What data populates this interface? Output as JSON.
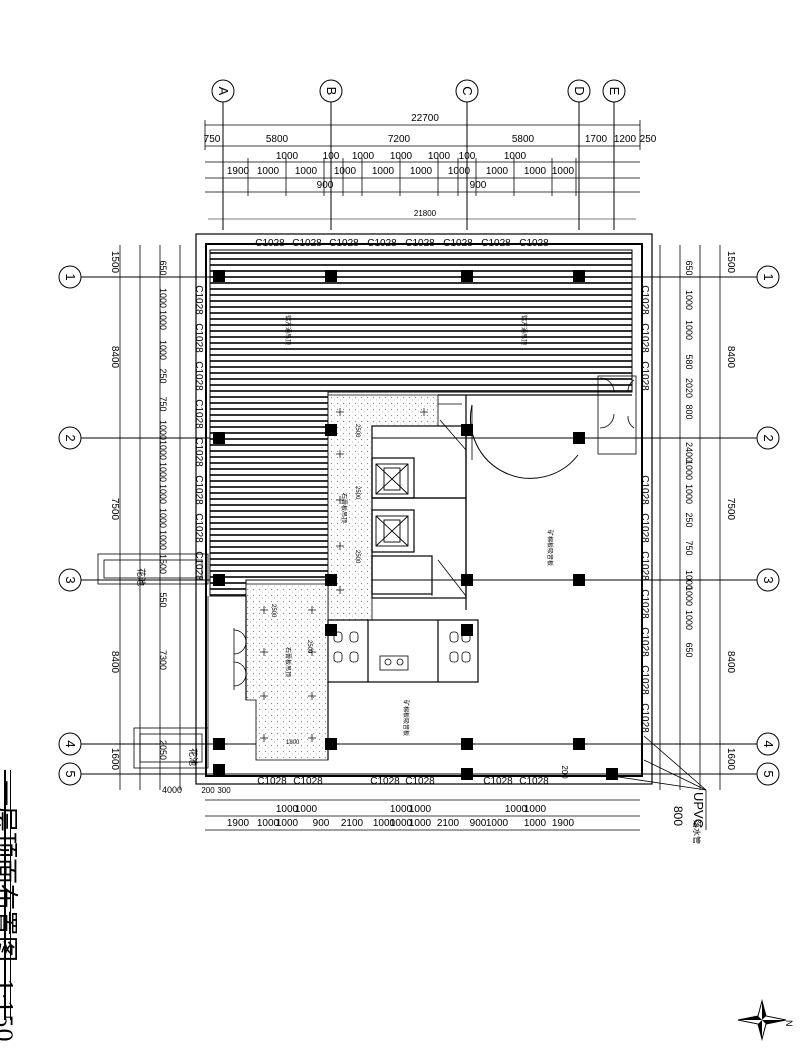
{
  "drawing": {
    "title": "一层顶面布置图",
    "scale": "1:150",
    "north_label": "N"
  },
  "grid_axes": {
    "letters": [
      "A",
      "B",
      "C",
      "D",
      "E"
    ],
    "numbers": [
      "1",
      "2",
      "3",
      "4",
      "5"
    ]
  },
  "dimensions": {
    "top_total": "22700",
    "top_row1": [
      "750",
      "5800",
      "7200",
      "5800",
      "1700",
      "1200",
      "250"
    ],
    "top_row2": [
      "1000",
      "100",
      "1000",
      "1000",
      "1000",
      "100",
      "1000"
    ],
    "top_row3": [
      "1900",
      "1000",
      "1000",
      "1000",
      "1000",
      "1000",
      "1000",
      "1000",
      "1000",
      "1000",
      "1900"
    ],
    "top_row3_sub": [
      "900",
      "900"
    ],
    "inner_width": "21800",
    "right_outer": [
      "1500",
      "8400",
      "7500",
      "8400",
      "1600"
    ],
    "right_inner": [
      "650",
      "1000",
      "1000",
      "580",
      "2020",
      "800",
      "2400",
      "1000",
      "1000",
      "250",
      "750",
      "1000",
      "1000",
      "1000",
      "650"
    ],
    "left_outer": [
      "1500",
      "8400",
      "7500",
      "8400",
      "1600"
    ],
    "left_inner": [
      "650",
      "1000",
      "1000",
      "1000",
      "250",
      "750",
      "1000",
      "1000",
      "1000",
      "1000",
      "1000",
      "1000",
      "1500",
      "550",
      "7300",
      "2050",
      "550",
      "4000",
      "200",
      "300"
    ],
    "bottom_row": [
      "1900",
      "1000",
      "1000",
      "900",
      "2100",
      "1000",
      "1000",
      "1000",
      "2100",
      "900",
      "1000",
      "1000",
      "1900"
    ],
    "bottom_misc": [
      "1000",
      "1000",
      "1000",
      "1000",
      "1000",
      "1000"
    ]
  },
  "window_code": "C1028",
  "labels": {
    "planter": "花池",
    "upvc": "UPVC",
    "upvc_note": "落水管",
    "bottom_right": "800",
    "light_grid": "2500",
    "light_grid2": "1800",
    "zone_note1": "铝方通吊顶",
    "zone_note2": "石膏板吊顶",
    "zone_note3": "矿棉板吸音板",
    "num_200": "200"
  }
}
